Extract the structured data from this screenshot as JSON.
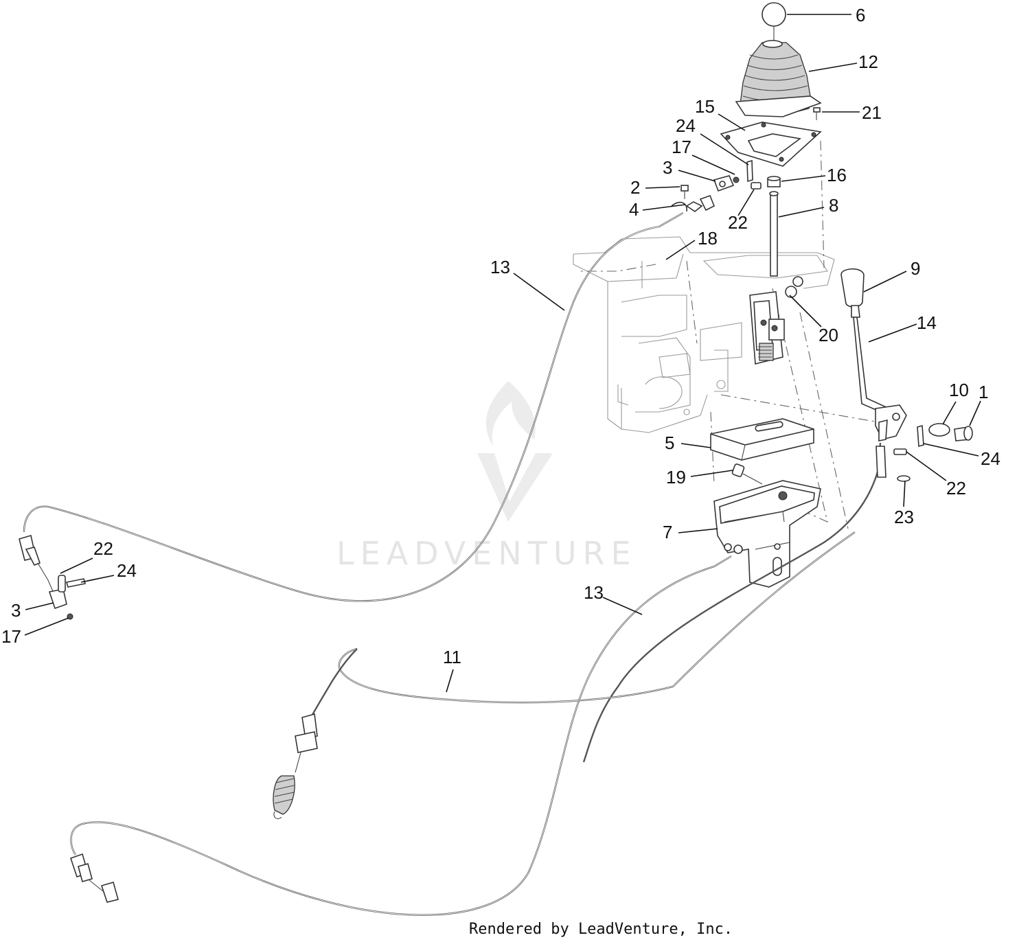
{
  "watermark": {
    "text": "LEADVENTURE"
  },
  "footer": {
    "text": "Rendered by LeadVenture, Inc."
  },
  "callouts": [
    {
      "id": "c6",
      "label": "6"
    },
    {
      "id": "c12",
      "label": "12"
    },
    {
      "id": "c15",
      "label": "15"
    },
    {
      "id": "c21",
      "label": "21"
    },
    {
      "id": "c24a",
      "label": "24"
    },
    {
      "id": "c17a",
      "label": "17"
    },
    {
      "id": "c3a",
      "label": "3"
    },
    {
      "id": "c16",
      "label": "16"
    },
    {
      "id": "c2",
      "label": "2"
    },
    {
      "id": "c4",
      "label": "4"
    },
    {
      "id": "c22a",
      "label": "22"
    },
    {
      "id": "c8",
      "label": "8"
    },
    {
      "id": "c18",
      "label": "18"
    },
    {
      "id": "c13a",
      "label": "13"
    },
    {
      "id": "c9",
      "label": "9"
    },
    {
      "id": "c20",
      "label": "20"
    },
    {
      "id": "c14",
      "label": "14"
    },
    {
      "id": "c10",
      "label": "10"
    },
    {
      "id": "c1",
      "label": "1"
    },
    {
      "id": "c5",
      "label": "5"
    },
    {
      "id": "c24b",
      "label": "24"
    },
    {
      "id": "c19",
      "label": "19"
    },
    {
      "id": "c22b",
      "label": "22"
    },
    {
      "id": "c23",
      "label": "23"
    },
    {
      "id": "c7",
      "label": "7"
    },
    {
      "id": "c22c",
      "label": "22"
    },
    {
      "id": "c24c",
      "label": "24"
    },
    {
      "id": "c13b",
      "label": "13"
    },
    {
      "id": "c3b",
      "label": "3"
    },
    {
      "id": "c17b",
      "label": "17"
    },
    {
      "id": "c11",
      "label": "11"
    }
  ]
}
